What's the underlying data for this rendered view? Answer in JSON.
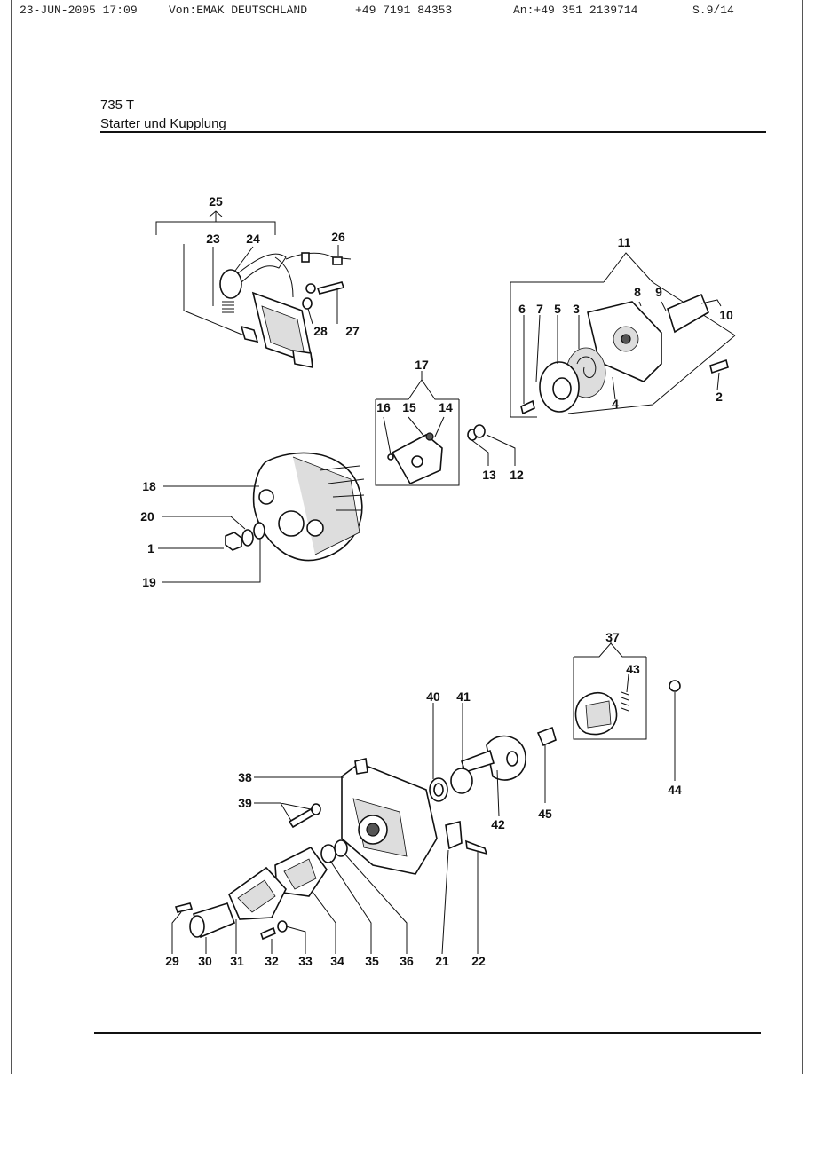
{
  "fax_header": {
    "datetime": "23-JUN-2005 17:09",
    "from": "Von:EMAK DEUTSCHLAND",
    "phone": "+49 7191 84353",
    "to": "An:+49 351 2139714",
    "page": "S.9/14"
  },
  "document": {
    "model": "735 T",
    "subtitle": "Starter und Kupplung"
  },
  "callouts": {
    "c1": "1",
    "c2": "2",
    "c3": "3",
    "c4": "4",
    "c5": "5",
    "c6": "6",
    "c7": "7",
    "c8": "8",
    "c9": "9",
    "c10": "10",
    "c11": "11",
    "c12": "12",
    "c13": "13",
    "c14": "14",
    "c15": "15",
    "c16": "16",
    "c17": "17",
    "c18": "18",
    "c19": "19",
    "c20": "20",
    "c21": "21",
    "c22": "22",
    "c23": "23",
    "c24": "24",
    "c25": "25",
    "c26": "26",
    "c27": "27",
    "c28": "28",
    "c29": "29",
    "c30": "30",
    "c31": "31",
    "c32": "32",
    "c33": "33",
    "c34": "34",
    "c35": "35",
    "c36": "36",
    "c37": "37",
    "c38": "38",
    "c39": "39",
    "c40": "40",
    "c41": "41",
    "c42": "42",
    "c43": "43",
    "c44": "44",
    "c45": "45"
  }
}
